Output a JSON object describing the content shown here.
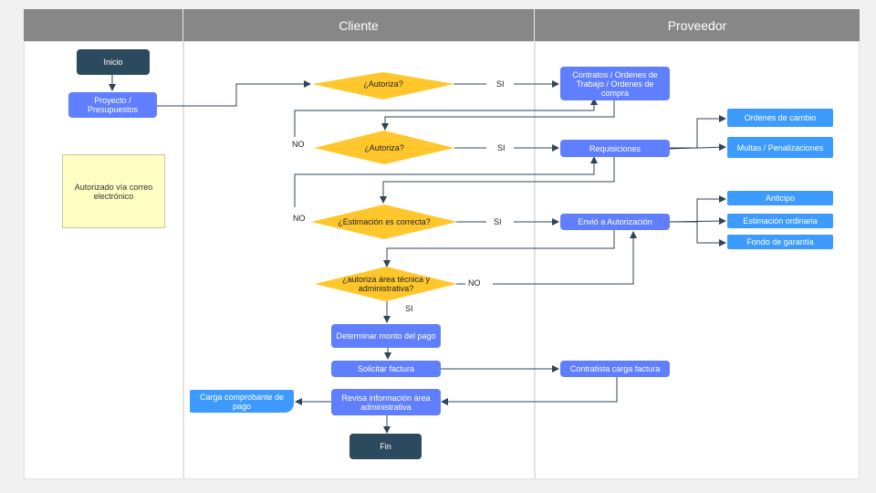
{
  "lanes": [
    "",
    "Cliente",
    "Proveedor"
  ],
  "nodes": {
    "inicio": "Inicio",
    "proyecto": "Proyecto / Presupuestos",
    "nota": "Autorizado vía correo electrónico",
    "autoriza1": "¿Autoriza?",
    "autoriza2": "¿Autoriza?",
    "estimacion": "¿Estimación es correcta?",
    "area": "¿autoriza área técnica y administrativa?",
    "contratos": "Contratos / Ordenes de Trabajo / Ordenes de compra",
    "requisiciones": "Requisiciones",
    "envio": "Envió a Autorización",
    "ordenes_cambio": "Ordenes de cambio",
    "multas": "Multas / Penalizaciones",
    "anticipo": "Anticipo",
    "estimacion_ordinaria": "Estimación ordinaria",
    "fondo": "Fondo de garantía",
    "determinar": "Determinar monto del pago",
    "solicitar": "Solicitar factura",
    "contratista": "Contratista carga factura",
    "revisa": "Revisa información área administrativa",
    "carga": "Carga comprobante de pago",
    "fin": "Fin"
  },
  "labels": {
    "si1": "SI",
    "si2": "SI",
    "si3": "SI",
    "si4": "SI",
    "no1": "NO",
    "no2": "NO",
    "no3": "NO"
  },
  "colors": {
    "dark_node": "#2c4a5e",
    "process_node": "#5f7fff",
    "output_node": "#3d9bff",
    "decision": "#ffc72c",
    "note": "#ffffc4",
    "header": "#878787",
    "connector": "#2f4454"
  }
}
